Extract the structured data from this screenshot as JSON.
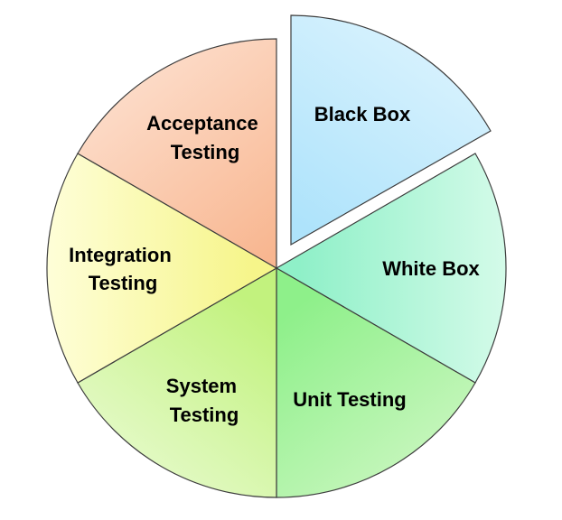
{
  "diagram": {
    "segments": [
      {
        "id": "black-box",
        "lines": [
          "Black Box"
        ],
        "gradient": [
          "#aee3fb",
          "#def4fe"
        ],
        "exploded": true
      },
      {
        "id": "white-box",
        "lines": [
          "White Box"
        ],
        "gradient": [
          "#8ff0c8",
          "#d4fbe9"
        ],
        "exploded": false
      },
      {
        "id": "unit-testing",
        "lines": [
          "Unit Testing"
        ],
        "gradient": [
          "#8ef08a",
          "#cff7c4"
        ],
        "exploded": false
      },
      {
        "id": "system-testing",
        "lines": [
          "System",
          "Testing"
        ],
        "gradient": [
          "#c2f27e",
          "#e9fbd2"
        ],
        "exploded": false
      },
      {
        "id": "integration-testing",
        "lines": [
          "Integration",
          "Testing"
        ],
        "gradient": [
          "#f6f58a",
          "#fefed8"
        ],
        "exploded": false
      },
      {
        "id": "acceptance-testing",
        "lines": [
          "Acceptance",
          "Testing"
        ],
        "gradient": [
          "#f8b690",
          "#fde2d2"
        ],
        "exploded": false
      }
    ]
  }
}
